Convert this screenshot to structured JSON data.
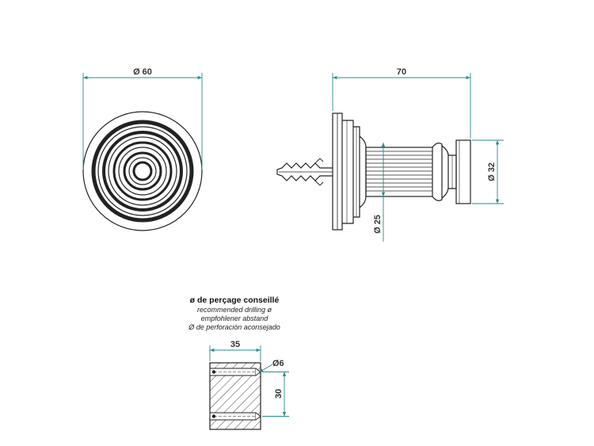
{
  "dimensions": {
    "front_diameter": "Ø 60",
    "side_length": "70",
    "head_diameter": "Ø 32",
    "column_diameter": "Ø 25",
    "drill_spacing": "35",
    "drill_hole_diameter": "Ø6",
    "drill_depth": "30"
  },
  "drilling_caption": {
    "french": "ø de perçage conseillé",
    "english": "recommended drilling ø",
    "german": "empfohlener abstand",
    "spanish": "Ø de perforación aconsejado"
  },
  "colors": {
    "line": "#222222",
    "dimension": "#2a8a8a"
  }
}
